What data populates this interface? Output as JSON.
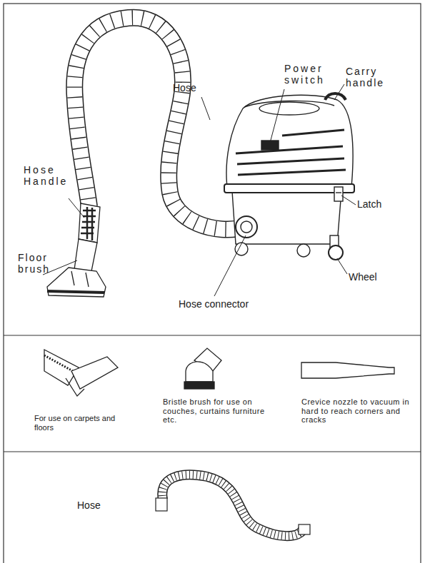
{
  "diagram": {
    "labels": [
      "Power switch",
      "Carry handle",
      "Hose",
      "Hose Handle",
      "Latch",
      "Floor brush",
      "Wheel",
      "Hose connector",
      "For use on carpets and floors",
      "Bristle brush for use on couches, curtains furniture etc.",
      "Crevice nozzle to vacuum in hard to reach corners and cracks",
      "Hose"
    ]
  }
}
